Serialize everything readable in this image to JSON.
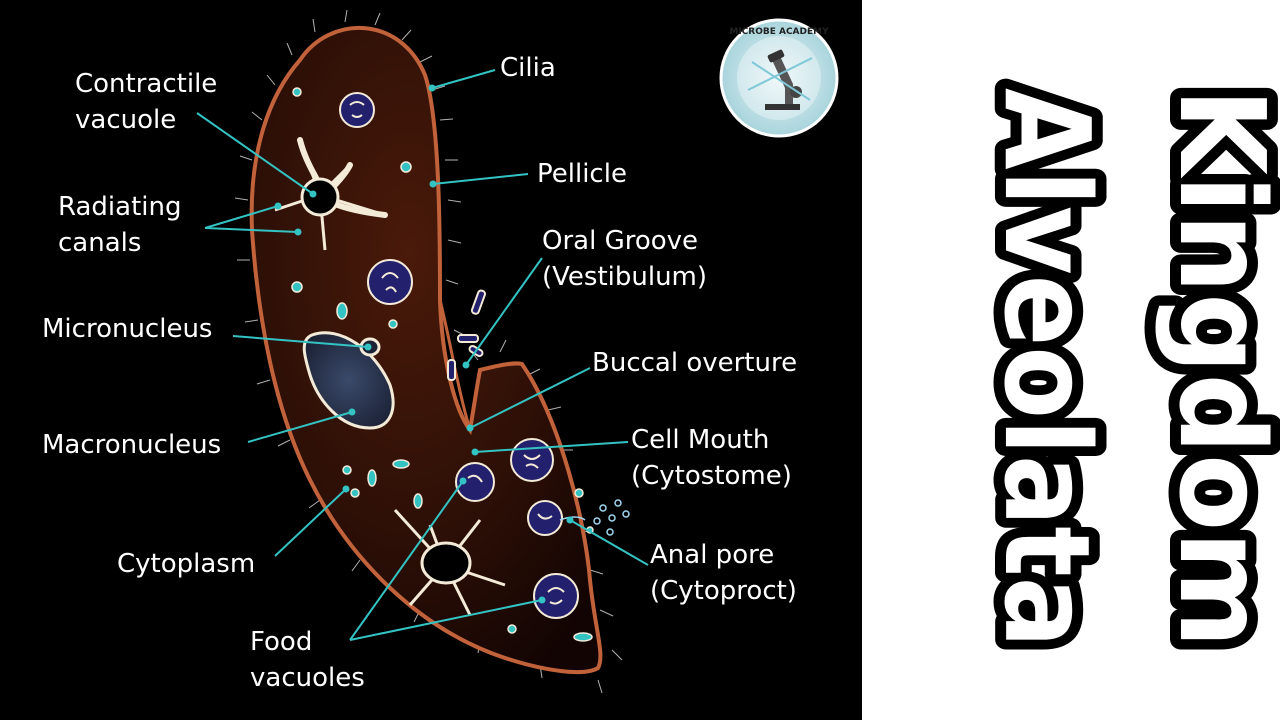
{
  "diagram": {
    "labels": {
      "contractile_vacuole": [
        "Contractile",
        "vacuole"
      ],
      "radiating_canals": [
        "Radiating",
        "canals"
      ],
      "micronucleus": "Micronucleus",
      "macronucleus": "Macronucleus",
      "cytoplasm": "Cytoplasm",
      "food_vacuoles": [
        "Food",
        "vacuoles"
      ],
      "cilia": "Cilia",
      "pellicle": "Pellicle",
      "oral_groove": [
        "Oral Groove",
        "(Vestibulum)"
      ],
      "buccal_overture": "Buccal overture",
      "cell_mouth": [
        "Cell Mouth",
        "(Cytostome)"
      ],
      "anal_pore": [
        "Anal pore",
        "(Cytoproct)"
      ]
    },
    "colors": {
      "background": "#000000",
      "cell_fill": "#3a1408",
      "pellicle": "#c2623a",
      "leader_line": "#33c3c3",
      "vacuole": "#23206e",
      "nucleus": "#2b3550"
    }
  },
  "logo": {
    "text": "MICROBE ACADEMY"
  },
  "title": {
    "line1": "Kingdom",
    "line2": "Alveolata"
  }
}
